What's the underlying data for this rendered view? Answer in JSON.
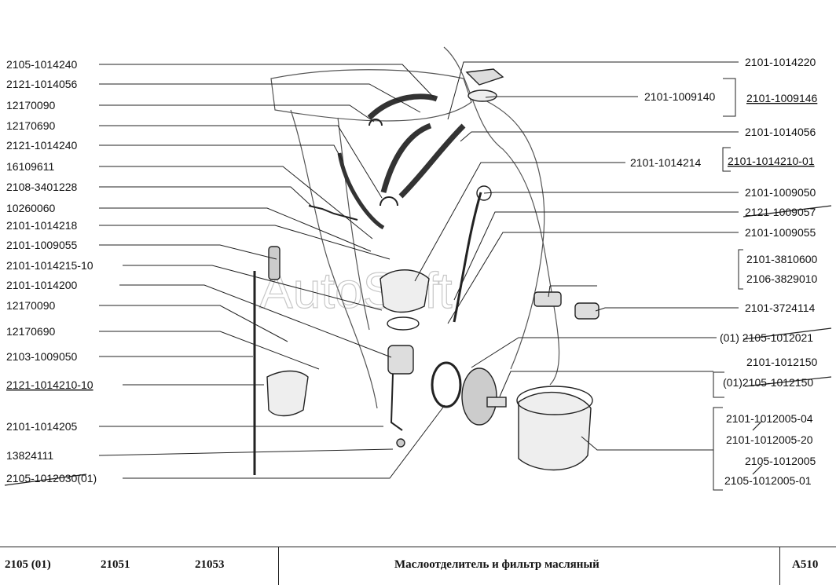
{
  "watermark": "AutoSoft",
  "left_labels": [
    {
      "id": "l1",
      "text": "2105-1014240"
    },
    {
      "id": "l2",
      "text": "2121-1014056"
    },
    {
      "id": "l3",
      "text": "12170090"
    },
    {
      "id": "l4",
      "text": "12170690"
    },
    {
      "id": "l5",
      "text": "2121-1014240"
    },
    {
      "id": "l6",
      "text": "16109611"
    },
    {
      "id": "l7",
      "text": "2108-3401228"
    },
    {
      "id": "l8",
      "text": "10260060"
    },
    {
      "id": "l9",
      "text": "2101-1014218"
    },
    {
      "id": "l10",
      "text": "2101-1009055"
    },
    {
      "id": "l11",
      "text": "2101-1014215-10"
    },
    {
      "id": "l12",
      "text": "2101-1014200"
    },
    {
      "id": "l13",
      "text": "12170090"
    },
    {
      "id": "l14",
      "text": "12170690"
    },
    {
      "id": "l15",
      "text": "2103-1009050"
    },
    {
      "id": "l16",
      "text": "2121-1014210-10"
    },
    {
      "id": "l17",
      "text": "2101-1014205"
    },
    {
      "id": "l18",
      "text": "13824111"
    },
    {
      "id": "l19",
      "text": "2105-1012030(01)"
    }
  ],
  "right_labels": [
    {
      "id": "r1",
      "text": "2101-1014220"
    },
    {
      "id": "r2",
      "text": "2101-1009140"
    },
    {
      "id": "r3",
      "text": "2101-1009146"
    },
    {
      "id": "r4",
      "text": "2101-1014056"
    },
    {
      "id": "r5",
      "text": "2101-1014214"
    },
    {
      "id": "r6",
      "text": "2101-1014210-01"
    },
    {
      "id": "r7",
      "text": "2101-1009050"
    },
    {
      "id": "r8",
      "text": "2121-1009057"
    },
    {
      "id": "r9",
      "text": "2101-1009055"
    },
    {
      "id": "r10",
      "text": "2101-3810600"
    },
    {
      "id": "r11",
      "text": "2106-3829010"
    },
    {
      "id": "r12",
      "text": "2101-3724114"
    },
    {
      "id": "r13",
      "text": "(01) 2105-1012021"
    },
    {
      "id": "r14",
      "text": "2101-1012150"
    },
    {
      "id": "r15",
      "text": "(01)2105-1012150"
    },
    {
      "id": "r16",
      "text": "2101-1012005-04"
    },
    {
      "id": "r17",
      "text": "2101-1012005-20"
    },
    {
      "id": "r18",
      "text": "2105-1012005"
    },
    {
      "id": "r19",
      "text": "2105-1012005-01"
    }
  ],
  "footer": {
    "model1": "2105 (01)",
    "model2": "21051",
    "model3": "21053",
    "title": "Маслоотделитель и фильтр масляный",
    "code": "A510"
  }
}
